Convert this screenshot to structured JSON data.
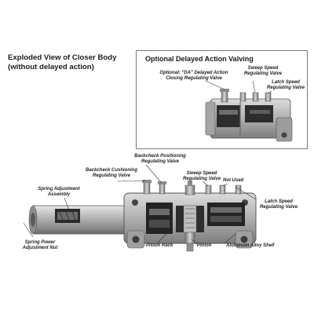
{
  "title": {
    "line1": "Exploded View of Closer Body",
    "line2": "(without delayed action)"
  },
  "inset": {
    "title": "Optional Delayed Action Valving",
    "labels": {
      "da_line1": "Optional: \"DA\" Delayed Action",
      "da_line2": "Closing Regulating Valve",
      "sweep_line1": "Sweep Speed",
      "sweep_line2": "Regulating Valve",
      "latch_line1": "Latch Speed",
      "latch_line2": "Regulating Valve"
    }
  },
  "labels": {
    "backcheck_pos_1": "Backcheck Positioning",
    "backcheck_pos_2": "Regulating Valve",
    "backcheck_cush_1": "Backcheck Cushioning",
    "backcheck_cush_2": "Regulating Valve",
    "sweep_1": "Sweep Speed",
    "sweep_2": "Regulating Valve",
    "not_used": "Not Used",
    "spring_adj_1": "Spring Adjustment",
    "spring_adj_2": "Assembly",
    "latch_1": "Latch Speed",
    "latch_2": "Regulating Valve",
    "spring_nut_1": "Spring Power",
    "spring_nut_2": "Adjustment Nut",
    "piston_rack": "Piston Rack",
    "pinion": "Pinion",
    "shell": "Aluminum Alloy Shell"
  },
  "colors": {
    "body_light": "#c9c9c9",
    "body_mid": "#9a9a9a",
    "body_dark": "#5a5a5a",
    "interior": "#2a2a2a",
    "leader": "#333333"
  }
}
